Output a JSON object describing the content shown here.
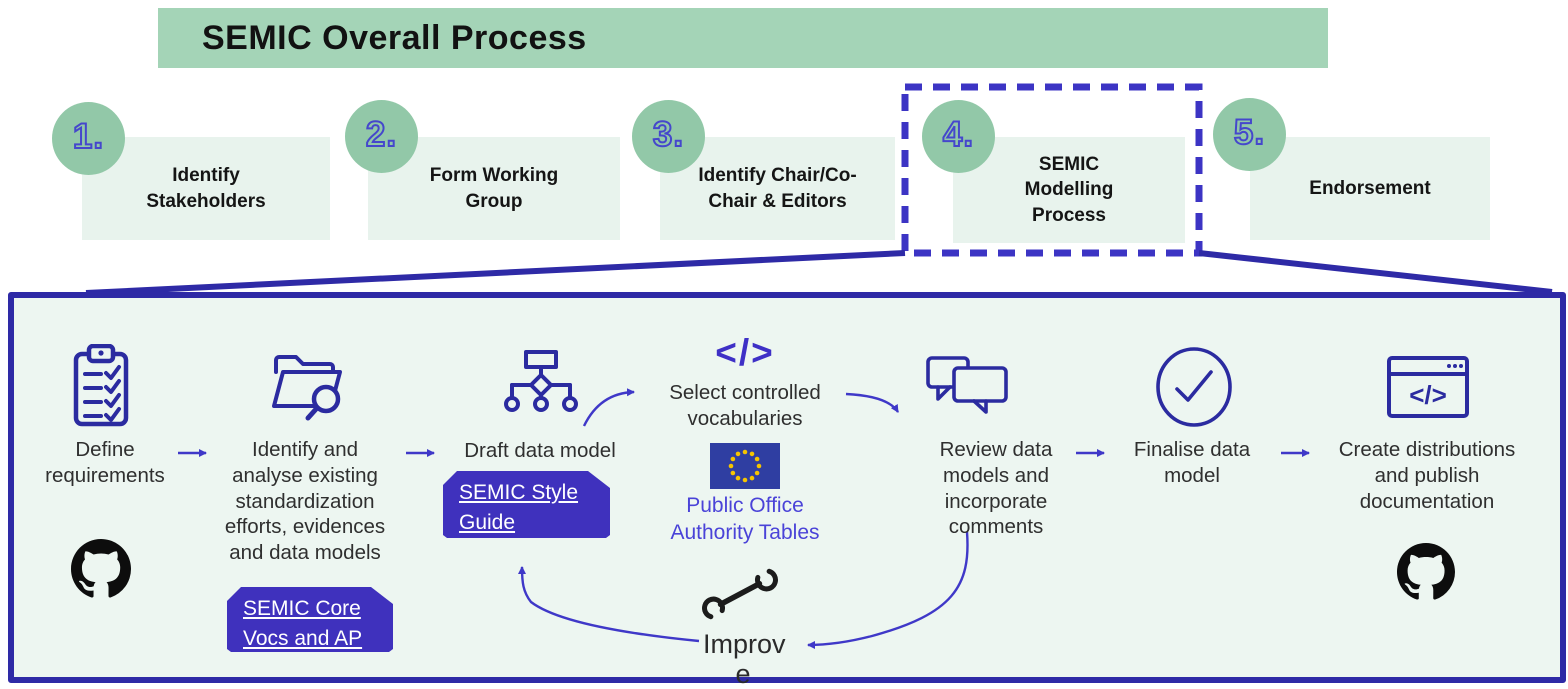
{
  "title": "SEMIC Overall Process",
  "steps": [
    {
      "number": "1.",
      "label": "Identify Stakeholders"
    },
    {
      "number": "2.",
      "label": "Form Working Group"
    },
    {
      "number": "3.",
      "label": "Identify Chair/Co-Chair & Editors"
    },
    {
      "number": "4.",
      "label": "SEMIC Modelling Process",
      "highlighted": true
    },
    {
      "number": "5.",
      "label": "Endorsement"
    }
  ],
  "detail": {
    "steps": [
      {
        "label": "Define requirements",
        "icon": "clipboard-checklist-icon"
      },
      {
        "label": "Identify and analyse existing standardization efforts, evidences and data models",
        "icon": "folder-search-icon",
        "link": "SEMIC Core Vocs and AP"
      },
      {
        "label": "Draft data model",
        "icon": "data-model-tree-icon",
        "link": "SEMIC Style Guide"
      },
      {
        "label": "Select controlled vocabularies",
        "icon": "code-icon",
        "icon_glyph": "</>",
        "flag_icon": "eu-flag-icon",
        "caption": "Public Office Authority Tables"
      },
      {
        "label": "Review data models and incorporate comments",
        "icon": "chat-bubbles-icon"
      },
      {
        "label": "Finalise data model",
        "icon": "check-circle-icon"
      },
      {
        "label": "Create distributions and publish documentation",
        "icon": "browser-code-icon"
      }
    ],
    "loop": {
      "line1": "Improv",
      "line2": "e",
      "word": "Improve",
      "icon": "wrench-icon"
    },
    "repo_icon": "github-icon"
  },
  "colors": {
    "banner_green": "#a4d4b7",
    "circle_green": "#92c8a8",
    "step_box_green": "#e8f3ed",
    "panel_bg": "#edf6f1",
    "panel_border": "#2e2aa6",
    "icon_indigo": "#2b2ba0",
    "purple_box": "#3f31bd",
    "arrow_blue": "#3f38c8",
    "number_outline": "#4547cc",
    "caption_blue": "#4a43d8",
    "eu_flag_blue": "#2f3ea2",
    "eu_star_yellow": "#f5c400"
  }
}
